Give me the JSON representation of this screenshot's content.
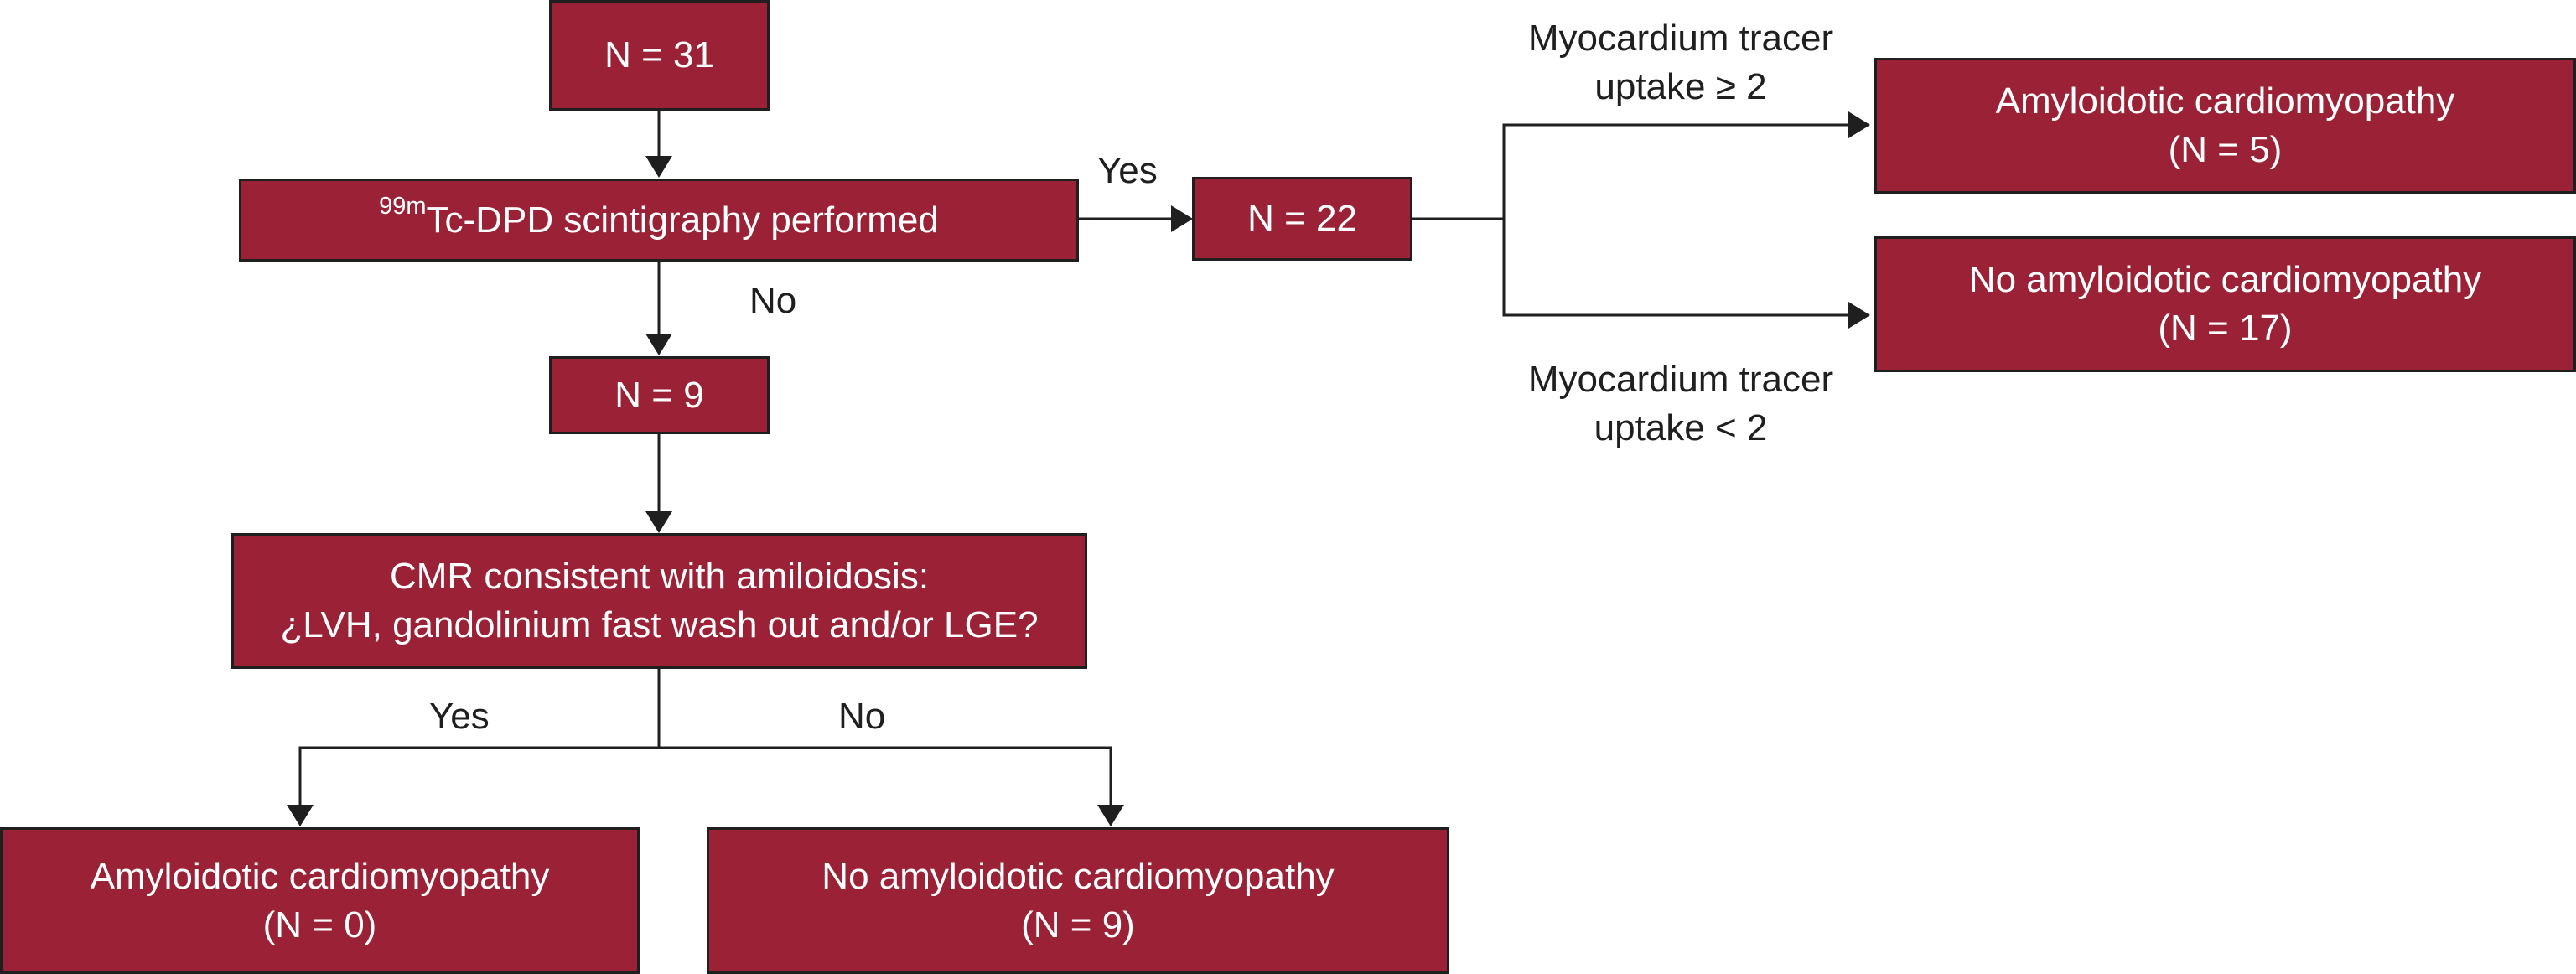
{
  "colors": {
    "box_fill": "#9b2236",
    "box_border": "#1f1f1f",
    "box_text": "#ffffff",
    "line": "#1f1f1f"
  },
  "nodes": {
    "start": {
      "text": "N = 31"
    },
    "scintigraphy": {
      "superscript": "99m",
      "text": "Tc-DPD scintigraphy performed"
    },
    "performed": {
      "text": "N = 22"
    },
    "not_performed": {
      "text": "N = 9"
    },
    "cmr": {
      "line1": "CMR consistent with amiloidosis:",
      "line2": "¿LVH, gandolinium fast wash out and/or LGE?"
    },
    "dpd_positive": {
      "line1": "Amyloidotic cardiomyopathy",
      "line2": "(N = 5)"
    },
    "dpd_negative": {
      "line1": "No amyloidotic cardiomyopathy",
      "line2": "(N = 17)"
    },
    "cmr_positive": {
      "line1": "Amyloidotic cardiomyopathy",
      "line2": "(N = 0)"
    },
    "cmr_negative": {
      "line1": "No amyloidotic cardiomyopathy",
      "line2": "(N = 9)"
    }
  },
  "edge_labels": {
    "scintigraphy_yes": "Yes",
    "scintigraphy_no": "No",
    "uptake_high": {
      "line1": "Myocardium tracer",
      "line2": "uptake ≥ 2"
    },
    "uptake_low": {
      "line1": "Myocardium tracer",
      "line2": "uptake < 2"
    },
    "cmr_yes": "Yes",
    "cmr_no": "No"
  }
}
